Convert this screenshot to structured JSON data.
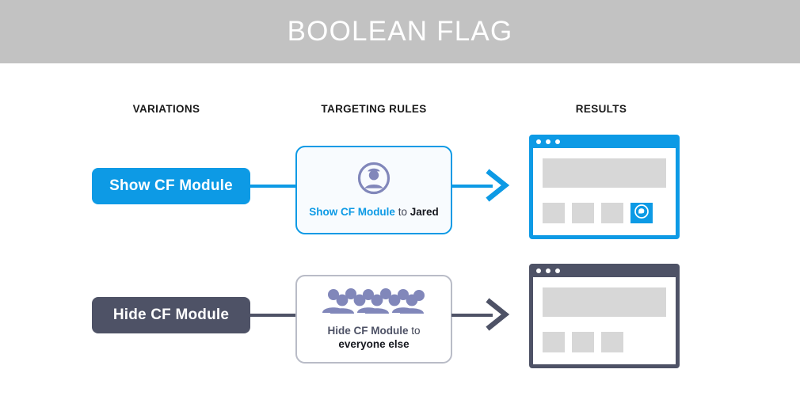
{
  "header": {
    "title": "BOOLEAN FLAG",
    "background_color": "#c2c2c2",
    "text_color": "#ffffff"
  },
  "colors": {
    "accent_blue": "#0d9ae5",
    "slate_dark": "#4e5266",
    "icon_purple": "#8187ba",
    "placeholder_gray": "#d7d7d7",
    "card_border_gray": "#b9bcc7"
  },
  "columns": [
    {
      "id": "variations",
      "label": "VARIATIONS"
    },
    {
      "id": "targeting",
      "label": "TARGETING RULES"
    },
    {
      "id": "results",
      "label": "RESULTS"
    }
  ],
  "rows": [
    {
      "id": "show",
      "variation": {
        "label": "Show CF Module",
        "style": "blue"
      },
      "rule": {
        "icon": "single-user-icon",
        "action_label": "Show CF Module",
        "connector_word": "to",
        "target_label": "Jared",
        "style": "blue"
      },
      "result": {
        "frame_style": "blue",
        "window_dots": 3,
        "hero_block": true,
        "thumbnails": [
          "plain",
          "plain",
          "plain",
          "accent-chat"
        ],
        "accent_icon": "chat-bubble-icon"
      },
      "arrow_style": "blue"
    },
    {
      "id": "hide",
      "variation": {
        "label": "Hide CF Module",
        "style": "dark"
      },
      "rule": {
        "icon": "group-of-people-icon",
        "action_label": "Hide CF Module",
        "connector_word": "to",
        "target_label": "everyone else",
        "style": "gray"
      },
      "result": {
        "frame_style": "dark",
        "window_dots": 3,
        "hero_block": true,
        "thumbnails": [
          "plain",
          "plain",
          "plain"
        ],
        "accent_icon": null
      },
      "arrow_style": "dark"
    }
  ]
}
